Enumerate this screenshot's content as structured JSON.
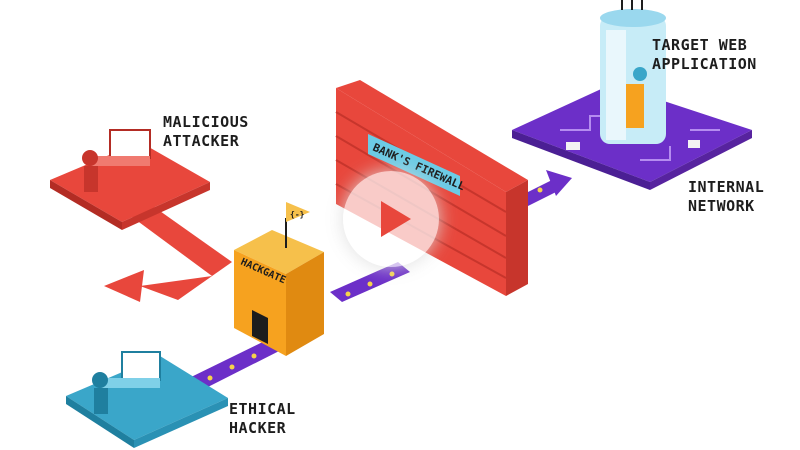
{
  "labels": {
    "attacker": [
      "Malicious",
      "Attacker"
    ],
    "target": [
      "Target Web",
      "Application"
    ],
    "network": [
      "Internal",
      "Network"
    ],
    "ethical": [
      "Ethical",
      "Hacker"
    ]
  },
  "gateway": {
    "name": "Hackgate",
    "flag_symbol": "{-}"
  },
  "firewall": {
    "name": "Bank's Firewall"
  },
  "video": {
    "control": "play"
  },
  "colors": {
    "red": "#e8473c",
    "purple": "#6c2fc8",
    "teal": "#3aa6c9",
    "orange": "#f6a21f"
  }
}
